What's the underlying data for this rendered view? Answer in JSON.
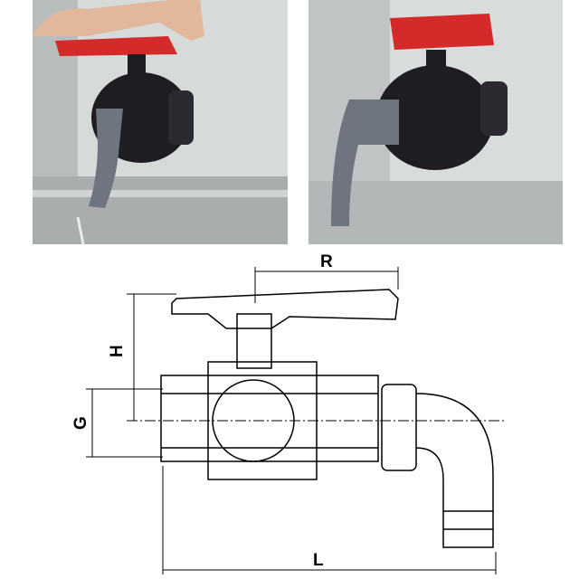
{
  "photos": {
    "left": "valve-open-pouring",
    "right": "valve-closed"
  },
  "drawing": {
    "labels": {
      "R": "R",
      "H": "H",
      "G": "G",
      "L": "L"
    }
  },
  "colors": {
    "handle": "#d42a2a",
    "body": "#1e1e22",
    "hose": "#6e7480",
    "tank": "#d8dcdc"
  }
}
